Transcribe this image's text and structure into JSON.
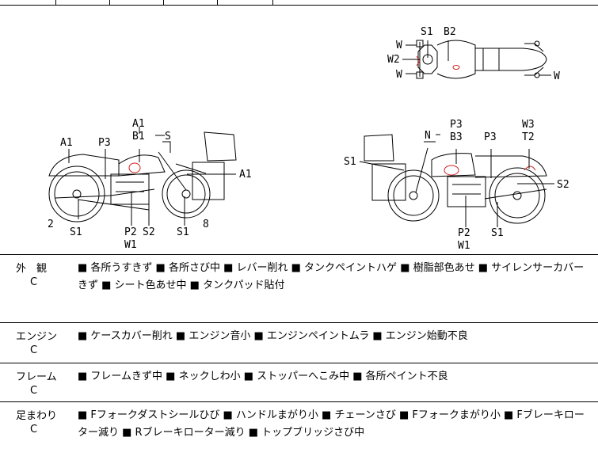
{
  "diagram": {
    "labels": {
      "top_S1": "S1",
      "top_B2": "B2",
      "top_W_a": "W",
      "top_W2": "W2",
      "top_W_b": "W",
      "top_W_c": "W",
      "l_A1_top": "A1",
      "l_B1": "B1",
      "l_S": "S",
      "l_A1": "A1",
      "l_P3": "P3",
      "l_A1_right": "A1",
      "l_2": "2",
      "l_S1_a": "S1",
      "l_P2": "P2",
      "l_S2": "S2",
      "l_W1": "W1",
      "l_S1_b": "S1",
      "l_8": "8",
      "r_P3_top": "P3",
      "r_N": "N",
      "r_B3": "B3",
      "r_P3": "P3",
      "r_W3": "W3",
      "r_T2": "T2",
      "r_S1_left": "S1",
      "r_S2": "S2",
      "r_P2": "P2",
      "r_W1": "W1",
      "r_S1": "S1"
    },
    "damage_mark_color": "#d21f1f"
  },
  "report": [
    {
      "name": "外　観",
      "grade": "C",
      "notes": "■ 各所うすきず ■ 各所さび中 ■ レバー削れ ■ タンクペイントハゲ ■ 樹脂部色あせ ■ サイレンサーカバーきず ■ シート色あせ中 ■ タンクパッド貼付"
    },
    {
      "name": "エンジン",
      "grade": "C",
      "notes": "■ ケースカバー削れ ■ エンジン音小 ■ エンジンペイントムラ ■ エンジン始動不良"
    },
    {
      "name": "フレーム",
      "grade": "C",
      "notes": "■ フレームきず中 ■ ネックしわ小 ■ ストッパーへこみ中 ■ 各所ペイント不良"
    },
    {
      "name": "足まわり",
      "grade": "C",
      "notes": "■ Fフォークダストシールひび ■ ハンドルまがり小 ■ チェーンさび ■ Fフォークまがり小 ■ Fブレーキローター減り ■ Rブレーキローター減り ■ トップブリッジさび中"
    }
  ]
}
